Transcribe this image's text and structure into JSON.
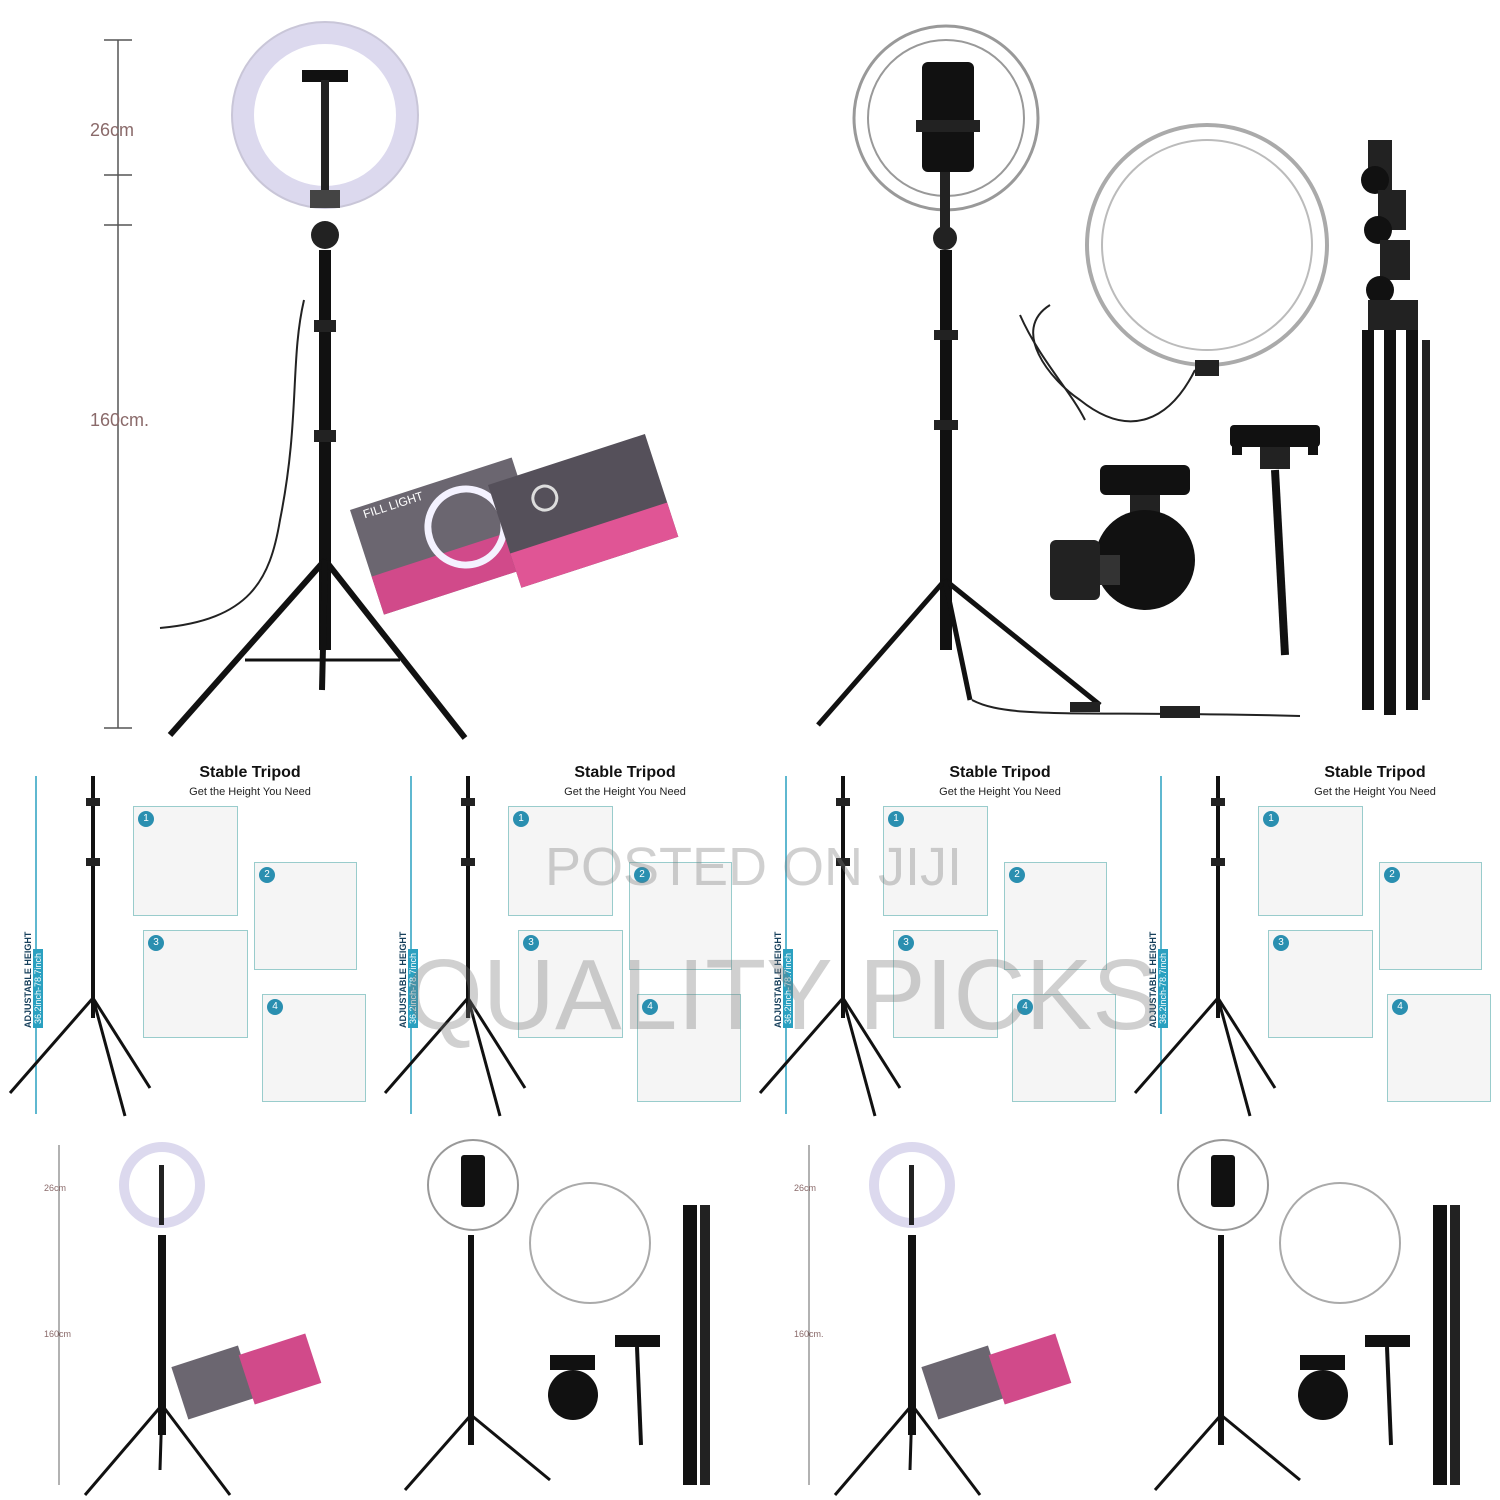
{
  "top_left": {
    "ring_dim": "26cm",
    "stand_dim": "160cm."
  },
  "box_label": "FILL LIGHT",
  "tripod_panels": [
    {
      "title": "Stable Tripod",
      "subtitle": "Get the Height You Need",
      "adj_label": "ADJUSTABLE HEIGHT",
      "adj_range": "36.2inch-78.7inch",
      "steps": [
        "1",
        "2",
        "3",
        "4"
      ]
    },
    {
      "title": "Stable Tripod",
      "subtitle": "Get the Height You Need",
      "adj_label": "ADJUSTABLE HEIGHT",
      "adj_range": "36.2inch-78.7inch",
      "steps": [
        "1",
        "2",
        "3",
        "4"
      ]
    },
    {
      "title": "Stable Tripod",
      "subtitle": "Get the Height You Need",
      "adj_label": "ADJUSTABLE HEIGHT",
      "adj_range": "36.2inch-78.7inch",
      "steps": [
        "1",
        "2",
        "3",
        "4"
      ]
    },
    {
      "title": "Stable Tripod",
      "subtitle": "Get the Height You Need",
      "adj_label": "ADJUSTABLE HEIGHT",
      "adj_range": "36.2inch-78.7inch",
      "steps": [
        "1",
        "2",
        "3",
        "4"
      ]
    }
  ],
  "bottom": {
    "left_ring_dim": "26cm",
    "left_stand_dim": "160cm",
    "right_ring_dim": "26cm",
    "right_stand_dim": "160cm."
  },
  "watermark": {
    "line1": "POSTED ON JIJI",
    "line2": "QUALITY PICKS"
  }
}
